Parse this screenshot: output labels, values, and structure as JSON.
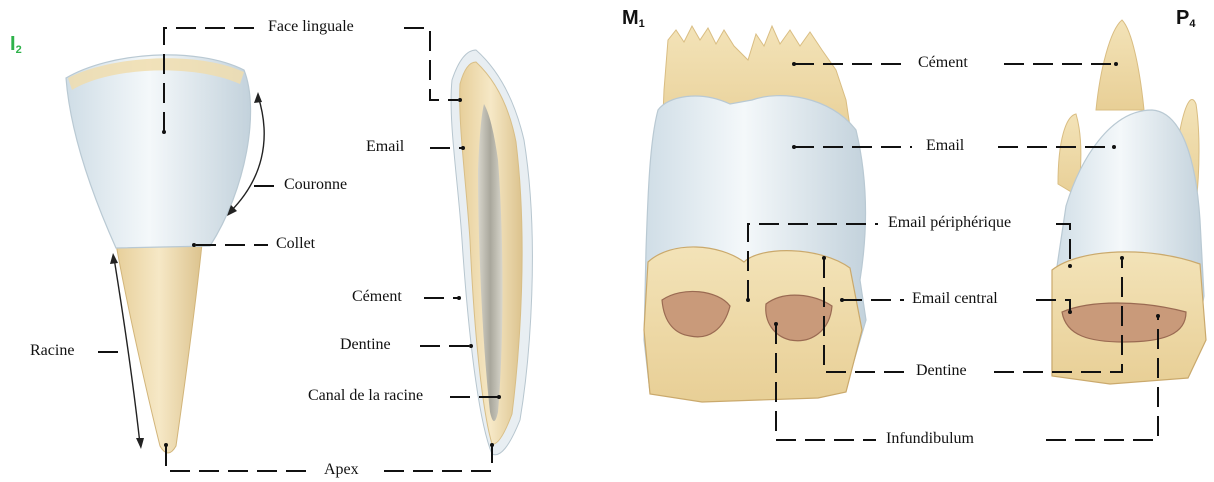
{
  "tooth_tags": {
    "incisor": {
      "main": "I",
      "sub": "2"
    },
    "molar": {
      "main": "M",
      "sub": "1"
    },
    "premolar": {
      "main": "P",
      "sub": "4"
    }
  },
  "labels": {
    "face_linguale": "Face linguale",
    "email_left": "Email",
    "couronne": "Couronne",
    "collet": "Collet",
    "racine": "Racine",
    "cement_left": "Cément",
    "dentine_left": "Dentine",
    "canal": "Canal de la racine",
    "apex": "Apex",
    "cement_right": "Cément",
    "email_right": "Email",
    "email_peripherique": "Email périphérique",
    "email_central": "Email central",
    "dentine_right": "Dentine",
    "infundibulum": "Infundibulum"
  },
  "colors": {
    "incisor_tag": "#2eb24a",
    "enamel": "#e6eef3",
    "dentine": "#f1dcaa",
    "cement": "#e9c98b",
    "pulp": "#c9c6bc",
    "central_enamel": "#b87a5a",
    "leader": "#111111"
  }
}
